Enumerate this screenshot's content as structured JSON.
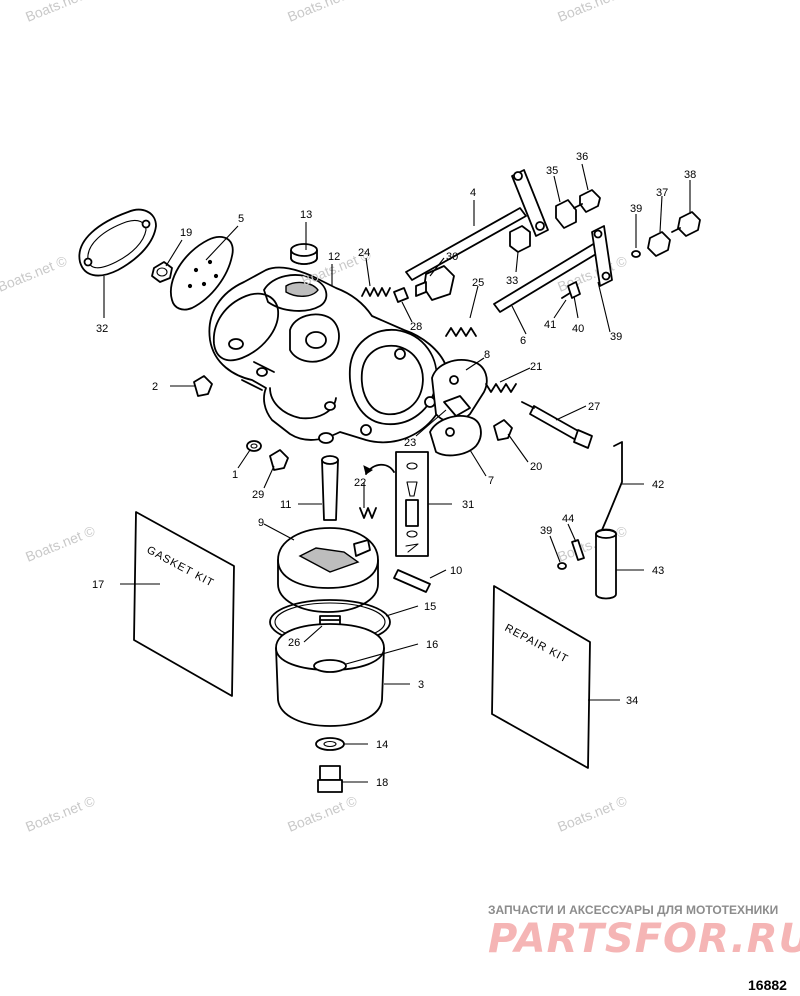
{
  "watermark_text": "Boats.net ©",
  "body_watermark": "Boats.net ©",
  "gasket_kit_label": "GASKET KIT",
  "repair_kit_label": "REPAIR KIT",
  "brand": {
    "subtitle": "ЗАПЧАСТИ И АКСЕССУАРЫ ДЛЯ МОТОТЕХНИКИ",
    "name": "PARTSFOR.RU",
    "color": "#f5b5b5"
  },
  "document_number": "16882",
  "callouts": {
    "n1": "1",
    "n2": "2",
    "n3": "3",
    "n4": "4",
    "n5": "5",
    "n6": "6",
    "n7": "7",
    "n8": "8",
    "n9": "9",
    "n10": "10",
    "n11": "11",
    "n12": "12",
    "n13": "13",
    "n14": "14",
    "n15": "15",
    "n16": "16",
    "n17": "17",
    "n18": "18",
    "n19": "19",
    "n20": "20",
    "n21": "21",
    "n22": "22",
    "n23": "23",
    "n24": "24",
    "n25": "25",
    "n26": "26",
    "n27": "27",
    "n28": "28",
    "n29": "29",
    "n30": "30",
    "n31": "31",
    "n32": "32",
    "n33": "33",
    "n34": "34",
    "n35": "35",
    "n36": "36",
    "n37": "37",
    "n38": "38",
    "n39a": "39",
    "n39b": "39",
    "n39c": "39",
    "n40": "40",
    "n41": "41",
    "n42": "42",
    "n43": "43",
    "n44": "44"
  }
}
